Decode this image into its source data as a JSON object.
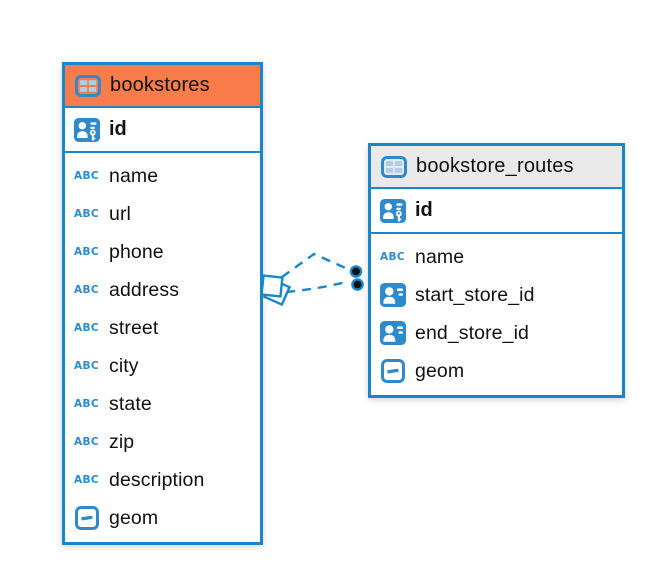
{
  "diagram": {
    "colors": {
      "accent_blue": "#1787C9",
      "icon_blue": "#2E8ACB",
      "icon_cell": "#A9CFEA",
      "selected_header": "#F87B4A",
      "header_gray": "#E9E9E9"
    },
    "type_labels": {
      "text": "ABC"
    },
    "icons": {
      "table": "table-grid-icon",
      "primary_key": "person-key-icon",
      "foreign_key": "person-card-icon",
      "text": "abc-icon",
      "geometry": "geometry-icon"
    },
    "tables": [
      {
        "name": "bookstores",
        "selected": true,
        "columns": [
          {
            "name": "id",
            "type": "primary-key"
          },
          {
            "name": "name",
            "type": "text"
          },
          {
            "name": "url",
            "type": "text"
          },
          {
            "name": "phone",
            "type": "text"
          },
          {
            "name": "address",
            "type": "text"
          },
          {
            "name": "street",
            "type": "text"
          },
          {
            "name": "city",
            "type": "text"
          },
          {
            "name": "state",
            "type": "text"
          },
          {
            "name": "zip",
            "type": "text"
          },
          {
            "name": "description",
            "type": "text"
          },
          {
            "name": "geom",
            "type": "geometry"
          }
        ]
      },
      {
        "name": "bookstore_routes",
        "selected": false,
        "columns": [
          {
            "name": "id",
            "type": "primary-key"
          },
          {
            "name": "name",
            "type": "text"
          },
          {
            "name": "start_store_id",
            "type": "foreign-key"
          },
          {
            "name": "end_store_id",
            "type": "foreign-key"
          },
          {
            "name": "geom",
            "type": "geometry"
          }
        ]
      }
    ],
    "relationships": [
      {
        "from": "bookstores",
        "to": "bookstore_routes",
        "style": "dashed",
        "lines": 2
      }
    ]
  }
}
